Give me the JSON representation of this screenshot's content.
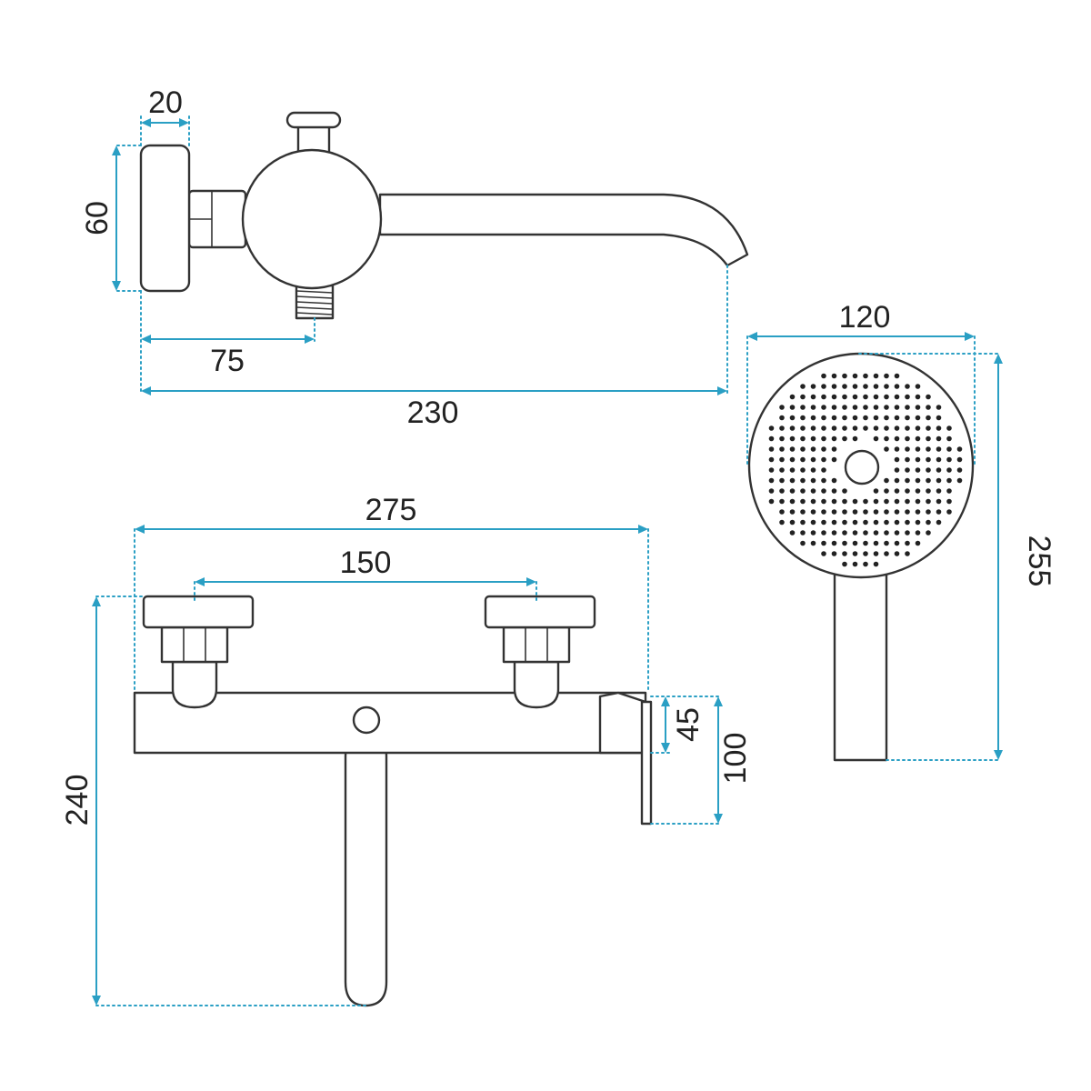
{
  "drawing": {
    "colors": {
      "outline": "#333333",
      "dimension_line": "#2a9fc4",
      "text": "#222222",
      "background": "#ffffff"
    },
    "side_view": {
      "dims": {
        "flange_width": "20",
        "flange_height": "60",
        "outlet_offset": "75",
        "total_length": "230"
      }
    },
    "hand_shower": {
      "dims": {
        "head_diameter": "120",
        "total_length": "255"
      }
    },
    "front_view": {
      "dims": {
        "total_width": "275",
        "inlet_spacing": "150",
        "total_height": "240",
        "body_height": "45",
        "plate_height": "100"
      }
    }
  }
}
